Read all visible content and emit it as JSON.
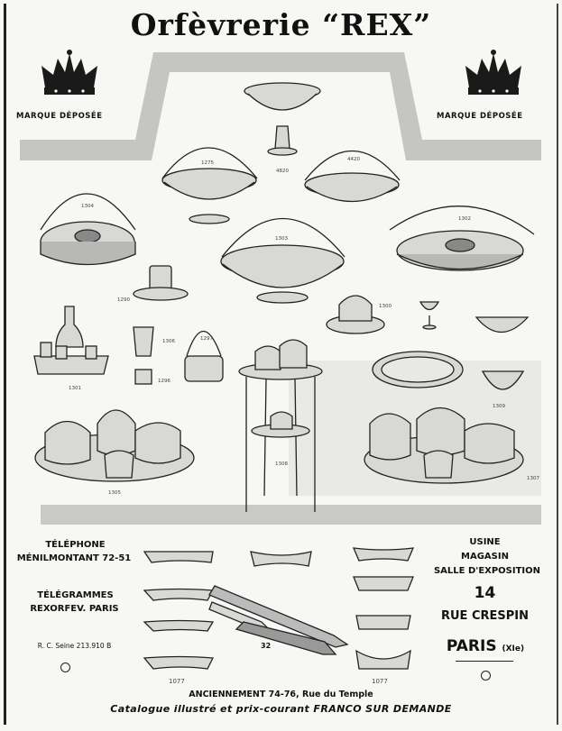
{
  "header": {
    "title": "Orfèvrerie “REX”",
    "mark_left": "MARQUE DÉPOSÉE",
    "mark_right": "MARQUE DÉPOSÉE"
  },
  "catalog_numbers": {
    "n1": "1275",
    "n2": "4820",
    "n3": "4420",
    "n4": "1304",
    "n5": "1303",
    "n6": "1302",
    "n7": "1290",
    "n8": "1300",
    "n9": "1301",
    "n10": "1306",
    "n11": "1297",
    "n12": "1296",
    "n13": "1305",
    "n14": "1308",
    "n15": "1309",
    "n16": "1307",
    "n17": "1077",
    "n18": "1077"
  },
  "contact_left": {
    "phone_label": "TÉLÉPHONE",
    "phone_number": "MÉNILMONTANT 72-51",
    "telegram_label": "TÉLÉGRAMMES",
    "telegram_address": "REXORFEV. PARIS",
    "registry": "R. C. Seine 213.910 B"
  },
  "contact_right": {
    "line1": "USINE",
    "line2": "MAGASIN",
    "line3": "SALLE D'EXPOSITION",
    "number": "14",
    "street": "RUE CRESPIN",
    "city": "PARIS",
    "district": "(XIe)"
  },
  "page_number": "32",
  "footer": {
    "former_address": "ANCIENNEMENT 74-76, Rue du Temple",
    "catalog_line": "Catalogue illustré et prix-courant FRANCO SUR DEMANDE"
  },
  "icons": {
    "left": "crown-icon",
    "right": "crown-icon"
  }
}
